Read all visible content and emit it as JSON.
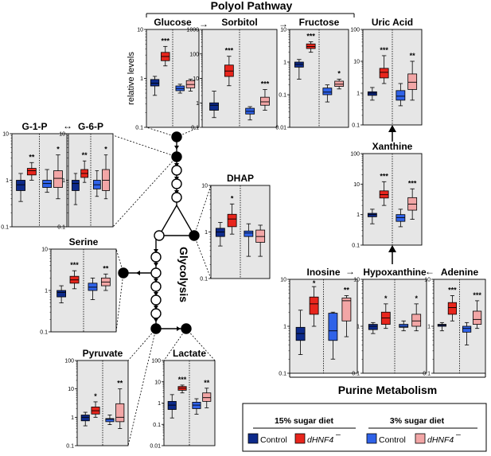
{
  "colors": {
    "control15": "#0d2a8a",
    "mutant15": "#e8251c",
    "control3": "#2f62e8",
    "mutant3": "#f2a6a6",
    "panel_bg": "#e6e6e6",
    "node": "#000000"
  },
  "headers": {
    "polyol": "Polyol Pathway",
    "purine": "Purine Metabolism",
    "glycolysis": "Glycolysis"
  },
  "arrows": {
    "g1p_g6p": "↔",
    "glucose_sorbitol": "→",
    "sorbitol_fructose": "→",
    "inosine_hypoxanthine": "→",
    "adenine_hypoxanthine": "←"
  },
  "legend": {
    "group1_title": "15% sugar diet",
    "group2_title": "3% sugar diet",
    "control_label": "Control",
    "mutant_label": "dHNF4",
    "mutant_superscript": "–"
  },
  "chart_data": [
    {
      "type": "box",
      "name": "Glucose",
      "ylabel": "relative levels",
      "ylim": [
        0.1,
        10
      ],
      "ticks": [
        "10",
        "1",
        "0.1"
      ],
      "stars": [
        "***",
        "",
        ""
      ],
      "boxes": [
        [
          0.45,
          0.7,
          0.8,
          0.95,
          1.1
        ],
        [
          1.8,
          2.3,
          2.8,
          3.4,
          4.5
        ],
        [
          0.5,
          0.56,
          0.62,
          0.7,
          0.76
        ],
        [
          0.55,
          0.64,
          0.75,
          0.9,
          0.96
        ]
      ]
    },
    {
      "type": "box",
      "name": "Sorbitol",
      "ylim": [
        0.1,
        1000
      ],
      "ticks": [
        "1000",
        "100",
        "10",
        "1",
        "0.1"
      ],
      "stars": [
        "***",
        "",
        "***"
      ],
      "boxes": [
        [
          0.25,
          0.5,
          0.8,
          1.0,
          3.0
        ],
        [
          5,
          12,
          20,
          35,
          80
        ],
        [
          0.2,
          0.35,
          0.45,
          0.6,
          0.7
        ],
        [
          0.5,
          0.8,
          1.1,
          1.7,
          3.5
        ]
      ]
    },
    {
      "type": "box",
      "name": "Fructose",
      "ylim": [
        0.01,
        10
      ],
      "ticks": [
        "10",
        "1",
        "0.1",
        "0.01"
      ],
      "stars": [
        "***",
        "",
        "*"
      ],
      "boxes": [
        [
          0.3,
          0.7,
          0.85,
          1.0,
          1.2
        ],
        [
          2.0,
          2.6,
          3.0,
          3.6,
          4.2
        ],
        [
          0.06,
          0.1,
          0.12,
          0.16,
          0.2
        ],
        [
          0.15,
          0.18,
          0.21,
          0.26,
          0.3
        ]
      ]
    },
    {
      "type": "box",
      "name": "Uric Acid",
      "ylim": [
        0.1,
        100
      ],
      "ticks": [
        "100",
        "10",
        "1",
        "0.1"
      ],
      "stars": [
        "***",
        "",
        "**"
      ],
      "boxes": [
        [
          0.6,
          0.85,
          1.0,
          1.1,
          1.5
        ],
        [
          2.0,
          3.0,
          4.5,
          6.0,
          15
        ],
        [
          0.4,
          0.6,
          0.8,
          1.2,
          2.0
        ],
        [
          0.6,
          1.3,
          2.2,
          4.0,
          10
        ]
      ]
    },
    {
      "type": "box",
      "name": "G-1-P",
      "ylim": [
        0.1,
        10
      ],
      "ticks": [
        "10",
        "1",
        "0.1"
      ],
      "stars": [
        "**",
        "",
        "*"
      ],
      "boxes": [
        [
          0.35,
          0.6,
          0.8,
          1.0,
          1.4
        ],
        [
          1.0,
          1.3,
          1.6,
          1.8,
          2.4
        ],
        [
          0.55,
          0.7,
          0.85,
          1.0,
          1.7
        ],
        [
          0.4,
          0.7,
          1.1,
          1.6,
          3.5
        ]
      ]
    },
    {
      "type": "box",
      "name": "G-6-P",
      "ylim": [
        0.1,
        10
      ],
      "ticks": [
        "10",
        "1",
        "0.1"
      ],
      "stars": [
        "**",
        "",
        "*"
      ],
      "boxes": [
        [
          0.3,
          0.6,
          0.85,
          1.0,
          1.4
        ],
        [
          0.9,
          1.15,
          1.4,
          1.7,
          2.6
        ],
        [
          0.45,
          0.65,
          0.8,
          1.0,
          1.6
        ],
        [
          0.4,
          0.6,
          1.0,
          1.7,
          3.5
        ]
      ]
    },
    {
      "type": "box",
      "name": "Xanthine",
      "ylim": [
        0.1,
        100
      ],
      "ticks": [
        "100",
        "10",
        "1",
        "0.1"
      ],
      "stars": [
        "***",
        "",
        "***"
      ],
      "boxes": [
        [
          0.5,
          0.85,
          1.0,
          1.1,
          1.5
        ],
        [
          2.0,
          3.5,
          4.5,
          6.0,
          12
        ],
        [
          0.4,
          0.6,
          0.8,
          1.0,
          1.5
        ],
        [
          0.7,
          1.4,
          2.2,
          3.6,
          7.0
        ]
      ]
    },
    {
      "type": "box",
      "name": "DHAP",
      "ylim": [
        0.1,
        10
      ],
      "ticks": [
        "10",
        "1",
        "0.1"
      ],
      "stars": [
        "*",
        "",
        ""
      ],
      "boxes": [
        [
          0.5,
          0.8,
          1.0,
          1.2,
          1.6
        ],
        [
          0.9,
          1.3,
          1.9,
          2.4,
          4.0
        ],
        [
          0.3,
          0.8,
          0.95,
          1.05,
          1.5
        ],
        [
          0.3,
          0.6,
          0.8,
          1.1,
          1.4
        ]
      ]
    },
    {
      "type": "box",
      "name": "Serine",
      "ylim": [
        0.1,
        10
      ],
      "ticks": [
        "10",
        "1",
        "0.1"
      ],
      "stars": [
        "***",
        "",
        "**"
      ],
      "boxes": [
        [
          0.5,
          0.7,
          0.9,
          1.0,
          1.3
        ],
        [
          1.1,
          1.5,
          1.8,
          2.2,
          3.0
        ],
        [
          0.6,
          1.0,
          1.2,
          1.5,
          2.0
        ],
        [
          1.0,
          1.3,
          1.6,
          2.0,
          2.5
        ]
      ]
    },
    {
      "type": "box",
      "name": "Inosine",
      "ylim": [
        0.1,
        10
      ],
      "ticks": [
        "10",
        "1",
        "0.1"
      ],
      "stars": [
        "*",
        "",
        "**"
      ],
      "boxes": [
        [
          0.25,
          0.5,
          0.7,
          0.95,
          2.2
        ],
        [
          1.0,
          1.8,
          3.0,
          4.2,
          7.0
        ],
        [
          0.2,
          0.5,
          0.8,
          1.9,
          2.0
        ],
        [
          0.6,
          1.3,
          3.5,
          4.0,
          4.5
        ]
      ]
    },
    {
      "type": "box",
      "name": "Hypoxanthine",
      "ylim": [
        0.1,
        10
      ],
      "ticks": [
        "10",
        "1",
        "0.1"
      ],
      "stars": [
        "*",
        "",
        "*"
      ],
      "boxes": [
        [
          0.7,
          0.85,
          1.0,
          1.1,
          1.2
        ],
        [
          0.9,
          1.1,
          1.5,
          2.0,
          3.0
        ],
        [
          0.8,
          0.95,
          1.0,
          1.1,
          1.3
        ],
        [
          0.8,
          1.0,
          1.3,
          1.8,
          3.0
        ]
      ]
    },
    {
      "type": "box",
      "name": "Adenine",
      "ylim": [
        0.1,
        10
      ],
      "ticks": [
        "10",
        "1",
        "0.1"
      ],
      "stars": [
        "***",
        "",
        "***"
      ],
      "boxes": [
        [
          0.8,
          1.0,
          1.05,
          1.1,
          1.2
        ],
        [
          1.3,
          1.8,
          2.5,
          3.2,
          4.5
        ],
        [
          0.4,
          0.75,
          0.9,
          1.0,
          1.2
        ],
        [
          0.9,
          1.1,
          1.4,
          2.1,
          3.5
        ]
      ]
    },
    {
      "type": "box",
      "name": "Pyruvate",
      "ylim": [
        0.1,
        100
      ],
      "ticks": [
        "100",
        "10",
        "1",
        "0.1"
      ],
      "stars": [
        "*",
        "",
        "**"
      ],
      "boxes": [
        [
          0.5,
          0.75,
          1.0,
          1.2,
          1.5
        ],
        [
          1.0,
          1.3,
          1.7,
          2.3,
          3.5
        ],
        [
          0.55,
          0.7,
          0.85,
          0.9,
          1.2
        ],
        [
          0.4,
          0.7,
          1.0,
          3.0,
          10
        ]
      ]
    },
    {
      "type": "box",
      "name": "Lactate",
      "ylim": [
        0.01,
        100
      ],
      "ticks": [
        "100",
        "10",
        "1",
        "0.1",
        "0.01"
      ],
      "stars": [
        "***",
        "",
        "**"
      ],
      "boxes": [
        [
          0.2,
          0.5,
          0.8,
          1.2,
          2.5
        ],
        [
          3.0,
          4.0,
          5.0,
          6.0,
          7.0
        ],
        [
          0.3,
          0.55,
          0.8,
          1.1,
          1.6
        ],
        [
          0.6,
          1.2,
          1.8,
          3.0,
          5.0
        ]
      ]
    }
  ]
}
